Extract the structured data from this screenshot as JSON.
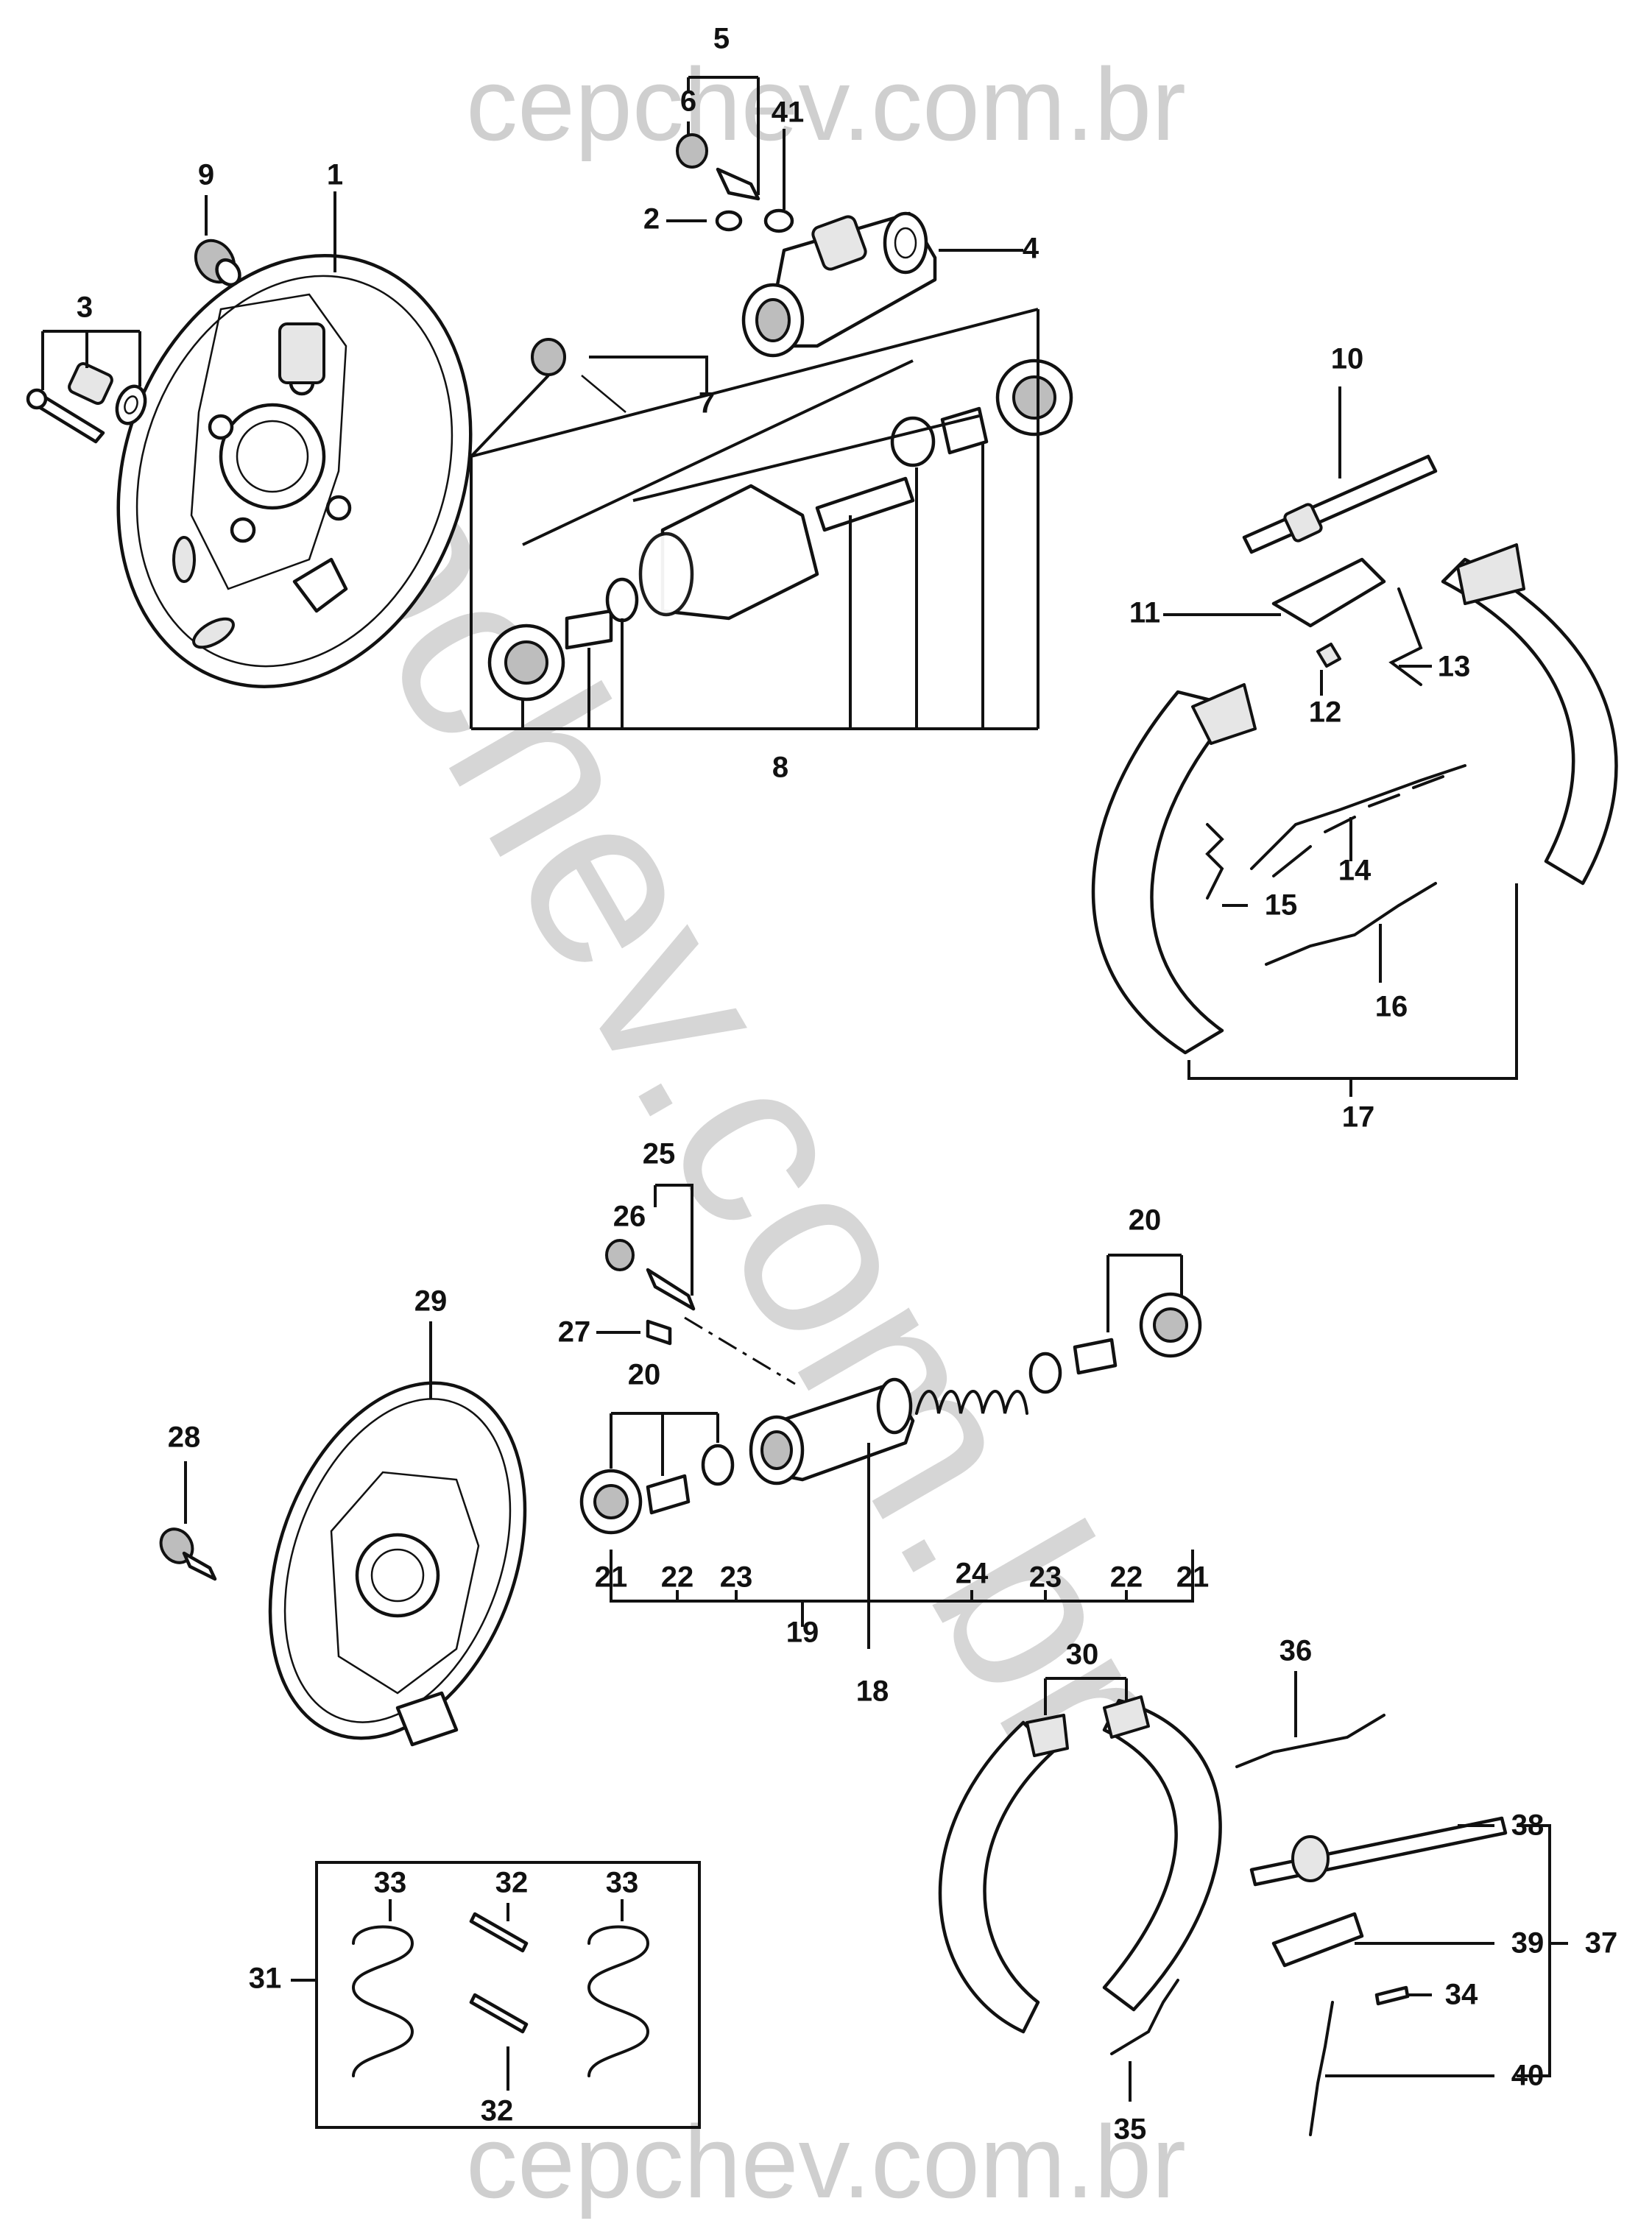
{
  "watermarks": {
    "top": "cepchev.com.br",
    "bottom": "cepchev.com.br",
    "diagonal": "cepchev.com.br"
  },
  "labels": [
    "1",
    "2",
    "3",
    "4",
    "5",
    "6",
    "7",
    "8",
    "9",
    "10",
    "11",
    "12",
    "13",
    "14",
    "15",
    "16",
    "17",
    "18",
    "19",
    "20",
    "20",
    "21",
    "21",
    "22",
    "22",
    "23",
    "23",
    "24",
    "25",
    "26",
    "27",
    "28",
    "29",
    "30",
    "31",
    "32",
    "32",
    "33",
    "33",
    "34",
    "35",
    "36",
    "37",
    "38",
    "39",
    "40",
    "41"
  ],
  "colors": {
    "line": "#111111",
    "watermark": "#cfcfcf",
    "fill": "#ffffff"
  }
}
